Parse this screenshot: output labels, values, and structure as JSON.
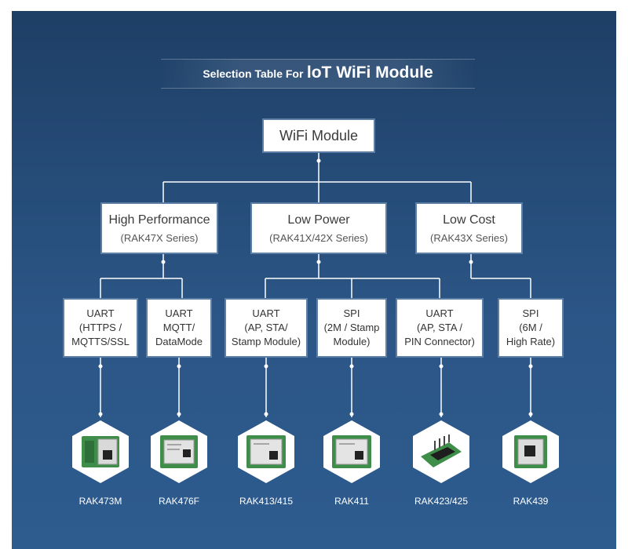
{
  "header": {
    "title_small": "Selection Table  For",
    "title_big": "loT WiFi Module"
  },
  "root": {
    "label": "WiFi Module"
  },
  "categories": [
    {
      "title": "High Performance",
      "subtitle": "(RAK47X Series)"
    },
    {
      "title": "Low Power",
      "subtitle": "(RAK41X/42X Series)"
    },
    {
      "title": "Low Cost",
      "subtitle": "(RAK43X Series)"
    }
  ],
  "interfaces": [
    {
      "lines": [
        "UART",
        "(HTTPS /",
        "MQTTS/SSL"
      ]
    },
    {
      "lines": [
        "UART",
        "MQTT/",
        "DataMode"
      ]
    },
    {
      "lines": [
        "UART",
        "(AP, STA/",
        "Stamp Module)"
      ]
    },
    {
      "lines": [
        "SPI",
        "(2M / Stamp",
        "Module)"
      ]
    },
    {
      "lines": [
        "UART",
        "(AP, STA /",
        "PIN Connector)"
      ]
    },
    {
      "lines": [
        "SPI",
        "(6M /",
        "High Rate)"
      ]
    }
  ],
  "products": [
    {
      "name": "RAK473M"
    },
    {
      "name": "RAK476F"
    },
    {
      "name": "RAK413/415"
    },
    {
      "name": "RAK411"
    },
    {
      "name": "RAK423/425"
    },
    {
      "name": "RAK439"
    }
  ],
  "colors": {
    "background_top": "#1e3f66",
    "background_bottom": "#2e5c8f",
    "box_border": "#5d7fa6",
    "connector": "#ffffff"
  }
}
